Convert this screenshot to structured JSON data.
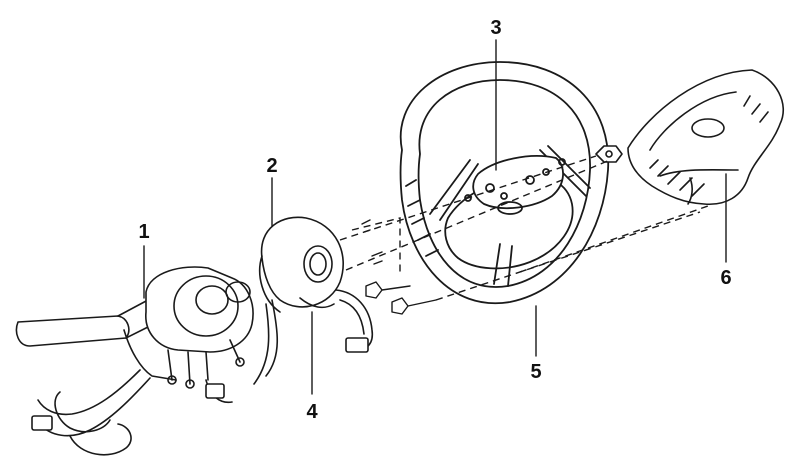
{
  "callouts": [
    {
      "id": "1",
      "text": "1"
    },
    {
      "id": "2",
      "text": "2"
    },
    {
      "id": "3",
      "text": "3"
    },
    {
      "id": "4",
      "text": "4"
    },
    {
      "id": "5",
      "text": "5"
    },
    {
      "id": "6",
      "text": "6"
    }
  ],
  "colors": {
    "ink": "#1a1a1a",
    "background": "#ffffff"
  }
}
